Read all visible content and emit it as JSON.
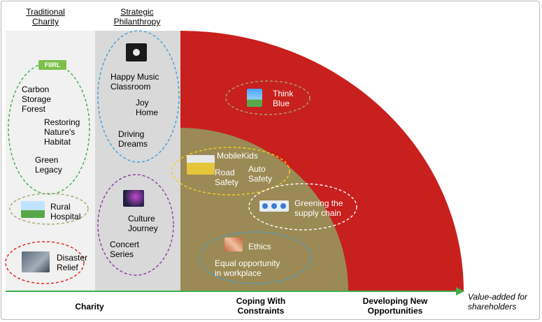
{
  "headers": {
    "traditional_charity": "Traditional Charity",
    "strategic_philanthropy": "Strategic Philanthropy"
  },
  "programs": {
    "carbon_storage_forest": "Carbon Storage Forest",
    "restoring_natures_habitat": "Restoring Nature's Habitat",
    "green_legacy": "Green Legacy",
    "rural_hospital": "Rural Hospital",
    "disaster_relief": "Disaster Relief",
    "happy_music_classroom": "Happy Music Classroom",
    "joy_home": "Joy Home",
    "driving_dreams": "Driving Dreams",
    "culture_journey": "Culture Journey",
    "concert_series": "Concert Series",
    "think_blue": "Think Blue",
    "mobilekids": "MobileKids",
    "road_safety": "Road Safety",
    "auto_safety": "Auto Safety",
    "greening_supply_chain": "Greening the supply chain",
    "ethics": "Ethics",
    "equal_opportunity": "Equal opportunity in workplace"
  },
  "axis": {
    "charity": "Charity",
    "coping_with_constraints": "Coping With Constraints",
    "developing_new_opportunities": "Developing New Opportunities",
    "value_added": "Value-added for shareholders"
  },
  "logo_text": "FIIRL",
  "colors": {
    "outer_arc": "#c8201d",
    "inner_arc": "#9b8a55",
    "panel_light": "#f1f1f1",
    "panel_mid": "#d9d9d9",
    "axis_arrow": "#3fae49",
    "ellipse_green": "#3cae4a",
    "ellipse_blue": "#3a9fe0",
    "ellipse_purple": "#8b3aa3",
    "ellipse_olive": "#a9a46a",
    "ellipse_red": "#e02020",
    "ellipse_yellow": "#f5d21a",
    "ellipse_white": "#ffffff"
  }
}
